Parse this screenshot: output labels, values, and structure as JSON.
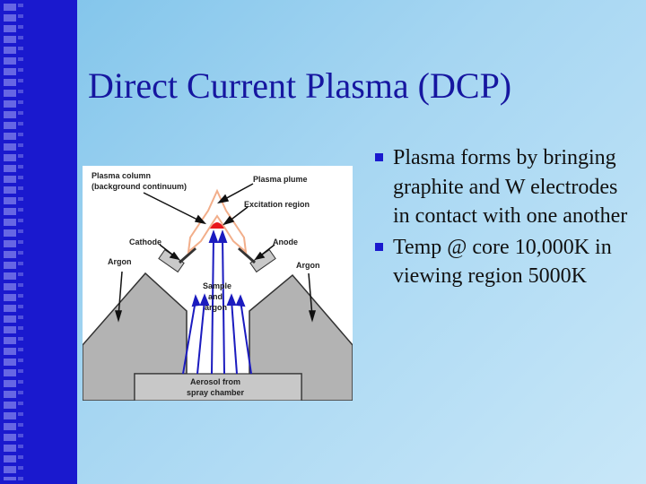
{
  "slide": {
    "title": "Direct Current Plasma (DCP)",
    "bullets": [
      {
        "text": "Plasma forms by bringing graphite and W electrodes in contact with one another"
      },
      {
        "text": "Temp @ core 10,000K in viewing region 5000K"
      }
    ]
  },
  "diagram": {
    "labels": {
      "plasma_column": "Plasma column",
      "background_continuum": "(background continuum)",
      "plasma_plume": "Plasma plume",
      "excitation_region": "Excitation region",
      "cathode": "Cathode",
      "anode": "Anode",
      "argon_left": "Argon",
      "argon_right": "Argon",
      "sample": "Sample",
      "and": "and",
      "argon_center": "argon",
      "aerosol_from": "Aerosol from",
      "spray_chamber": "spray chamber"
    },
    "colors": {
      "housing": "#b3b3b3",
      "arrow": "#1b1bbf",
      "excitation": "#e8181c",
      "plume_outline": "#f2ae8a"
    }
  }
}
